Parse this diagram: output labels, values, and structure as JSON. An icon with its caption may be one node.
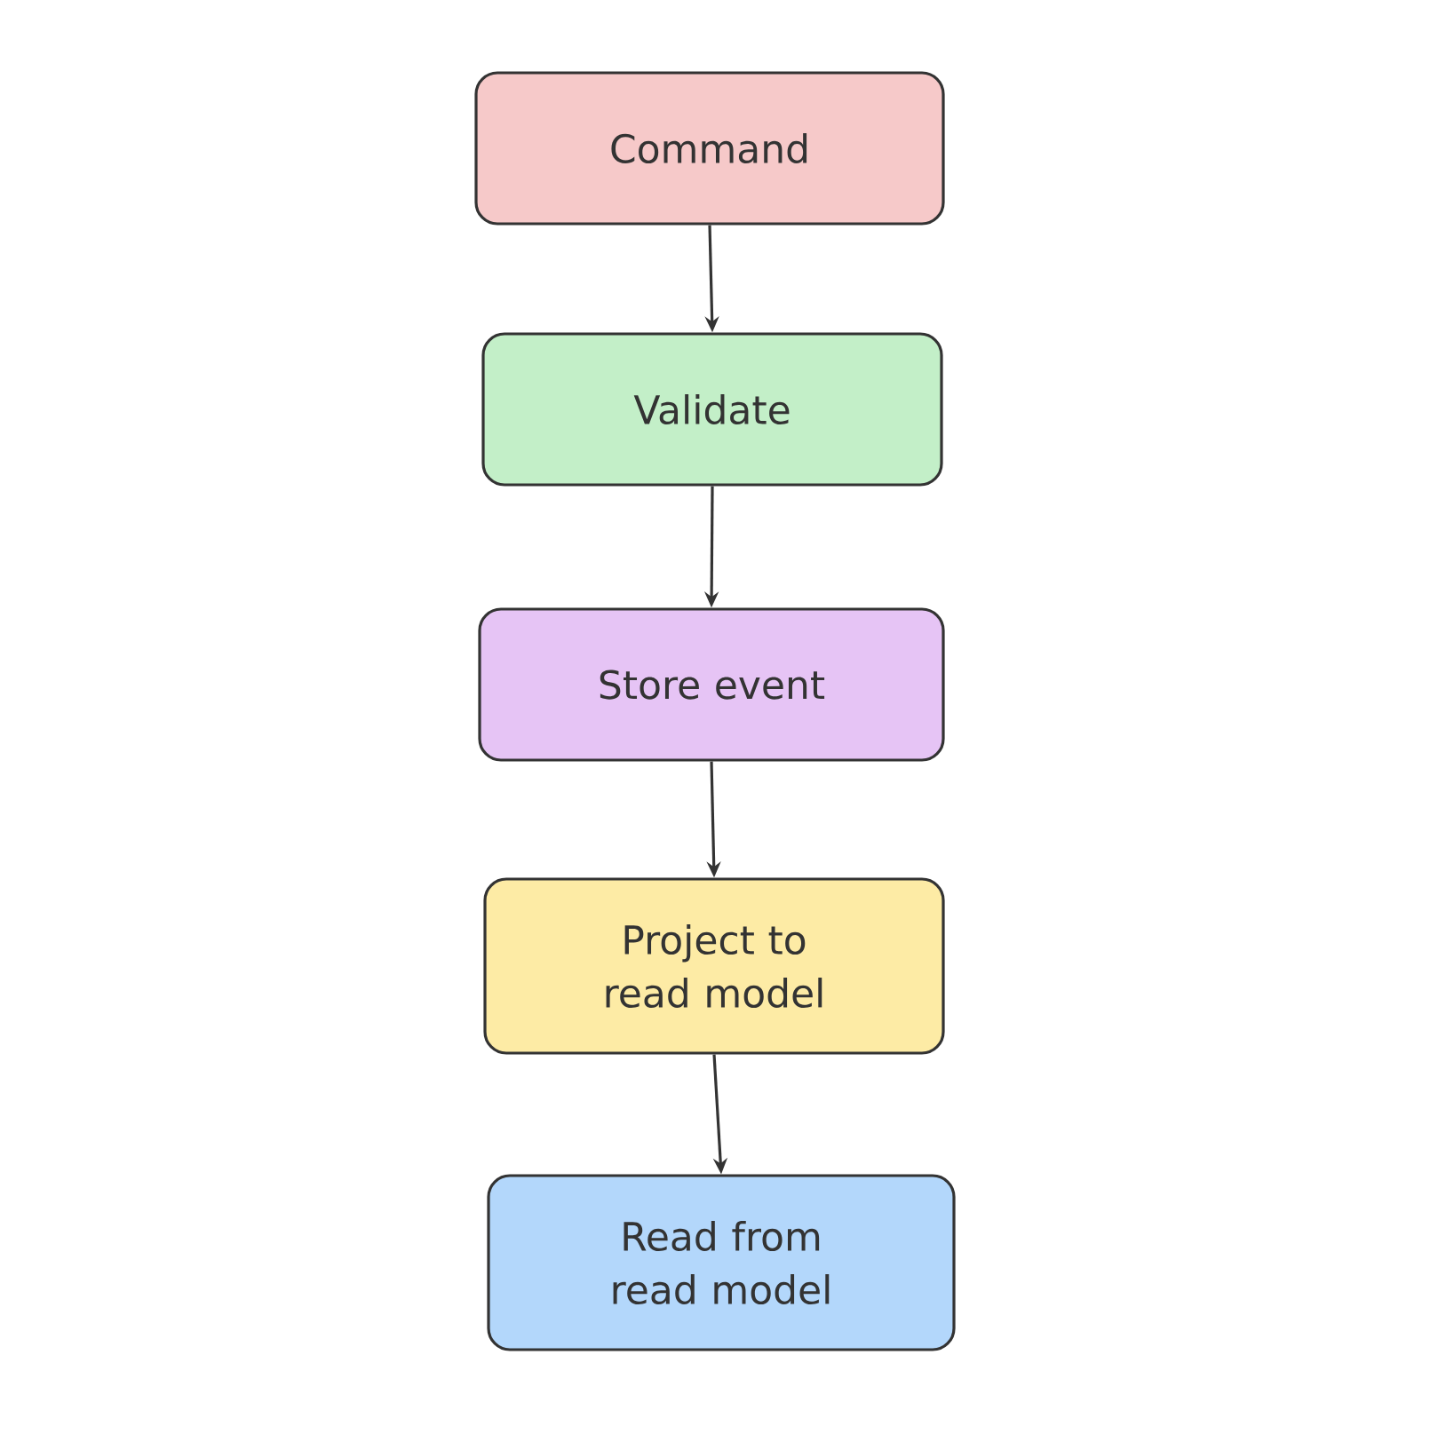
{
  "diagram": {
    "nodes": [
      {
        "text": [
          "Command"
        ]
      },
      {
        "text": [
          "Validate"
        ]
      },
      {
        "text": [
          "Store event"
        ]
      },
      {
        "text": [
          "Project to read model"
        ]
      },
      {
        "text": [
          "Read from read model"
        ]
      }
    ],
    "edges": [
      {
        "from": 0,
        "to": 1,
        "arrow": "to"
      },
      {
        "from": 1,
        "to": 2,
        "arrow": "to"
      },
      {
        "from": 2,
        "to": 3,
        "arrow": "to"
      },
      {
        "from": 3,
        "to": 4,
        "arrow": "to"
      }
    ]
  }
}
